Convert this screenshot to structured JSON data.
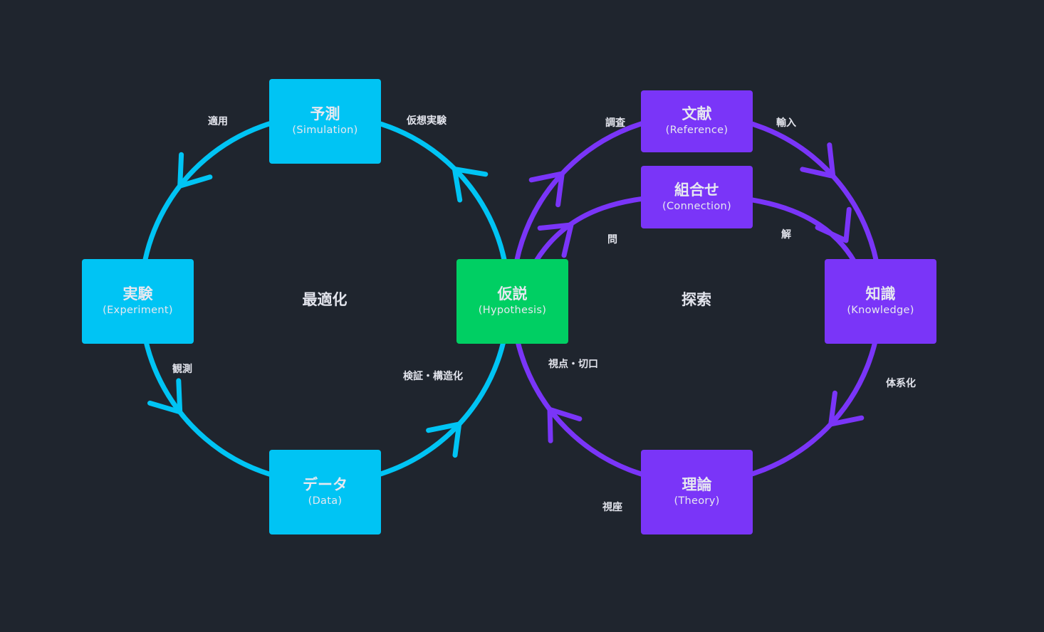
{
  "colors": {
    "background": "#1f252e",
    "optimization_cycle": "#00c4f4",
    "exploration_cycle": "#7a35f8",
    "hypothesis": "#00cf63",
    "text": "#e6e8f0"
  },
  "cycles": {
    "left": {
      "title": "最適化"
    },
    "right": {
      "title": "探索"
    }
  },
  "nodes": {
    "simulation": {
      "jp": "予測",
      "en": "(Simulation)"
    },
    "experiment": {
      "jp": "実験",
      "en": "(Experiment)"
    },
    "data": {
      "jp": "データ",
      "en": "(Data)"
    },
    "hypothesis": {
      "jp": "仮説",
      "en": "(Hypothesis)"
    },
    "reference": {
      "jp": "文献",
      "en": "(Reference)"
    },
    "connection": {
      "jp": "組合せ",
      "en": "(Connection)"
    },
    "knowledge": {
      "jp": "知識",
      "en": "(Knowledge)"
    },
    "theory": {
      "jp": "理論",
      "en": "(Theory)"
    }
  },
  "edges": {
    "hypothesis_to_simulation": "仮想実験",
    "simulation_to_experiment": "適用",
    "experiment_to_data": "観測",
    "data_to_hypothesis": "検証・構造化",
    "hypothesis_to_reference": "調査",
    "reference_to_knowledge": "輸入",
    "hypothesis_to_connection": "問",
    "connection_to_knowledge": "解",
    "knowledge_to_theory": "体系化",
    "theory_to_hypothesis_lower": "視座",
    "theory_to_hypothesis_upper": "視点・切口"
  }
}
